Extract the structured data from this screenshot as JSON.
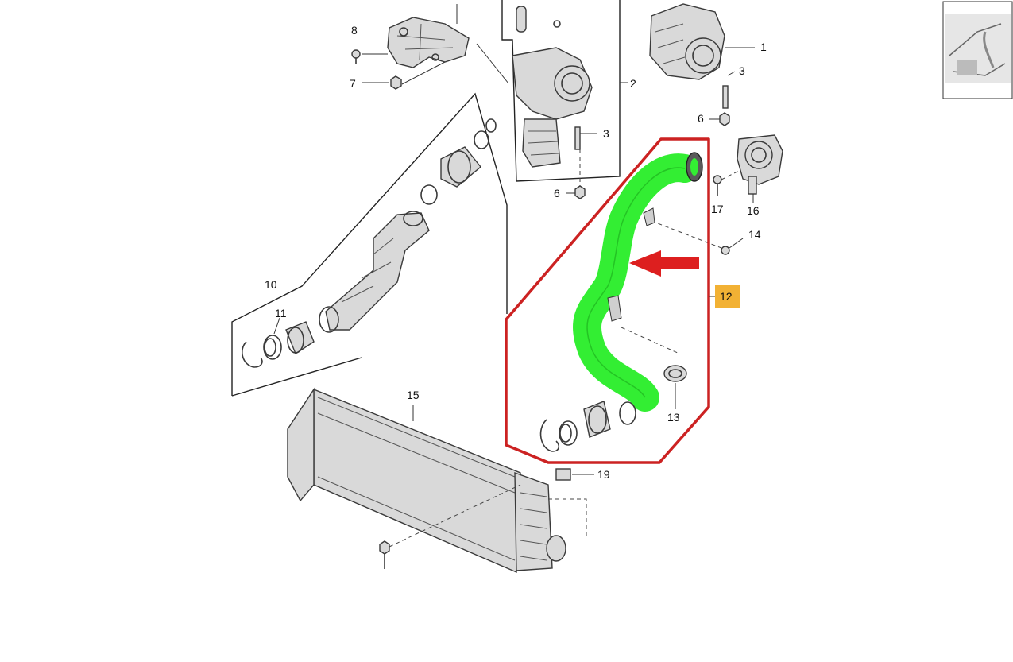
{
  "callouts": {
    "c1": "1",
    "c2": "2",
    "c3a": "3",
    "c3b": "3",
    "c6a": "6",
    "c6b": "6",
    "c7": "7",
    "c8": "8",
    "c10": "10",
    "c11": "11",
    "c12": "12",
    "c13": "13",
    "c14": "14",
    "c15": "15",
    "c16": "16",
    "c17": "17",
    "c19": "19"
  },
  "colors": {
    "highlight_hose": "#33ee33",
    "highlight_frame": "#cc2222",
    "arrow": "#dd1f1f",
    "badge": "#f2b134"
  },
  "icons": {
    "arrow": "arrow-left-icon",
    "thumbnail": "diagram-thumbnail"
  }
}
